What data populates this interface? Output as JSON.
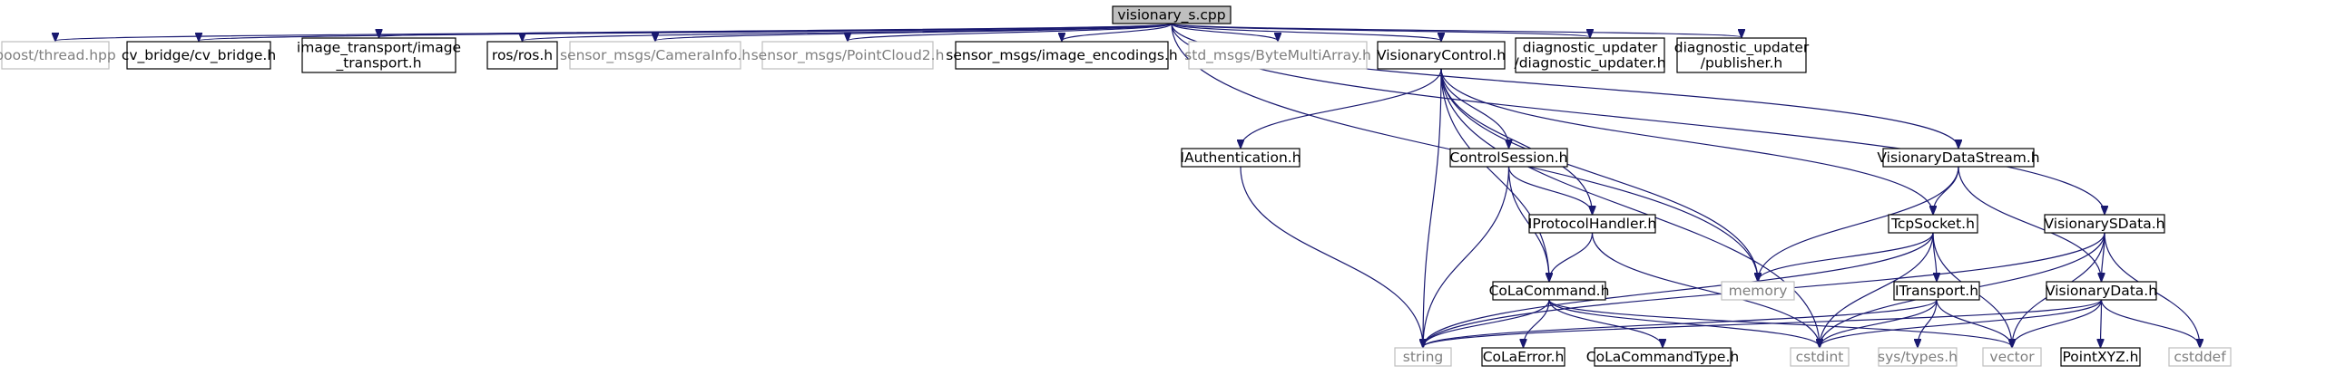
{
  "diagram": {
    "colors": {
      "edge": "#191970",
      "root_fill": "#bfbfbf",
      "node_border": "#000000",
      "external_border": "#bfbfbf",
      "text": "#000000",
      "external_text": "#7f7f7f"
    },
    "nodes": [
      {
        "id": "visionary_s_cpp",
        "lines": [
          "visionary_s.cpp"
        ],
        "kind": "root"
      },
      {
        "id": "boost_thread",
        "lines": [
          "boost/thread.hpp"
        ],
        "kind": "external"
      },
      {
        "id": "cv_bridge",
        "lines": [
          "cv_bridge/cv_bridge.h"
        ],
        "kind": "internal"
      },
      {
        "id": "image_transport",
        "lines": [
          "image_transport/image",
          "_transport.h"
        ],
        "kind": "internal"
      },
      {
        "id": "ros_h",
        "lines": [
          "ros/ros.h"
        ],
        "kind": "internal"
      },
      {
        "id": "camera_info",
        "lines": [
          "sensor_msgs/CameraInfo.h"
        ],
        "kind": "external"
      },
      {
        "id": "point_cloud2",
        "lines": [
          "sensor_msgs/PointCloud2.h"
        ],
        "kind": "external"
      },
      {
        "id": "image_encodings",
        "lines": [
          "sensor_msgs/image_encodings.h"
        ],
        "kind": "internal"
      },
      {
        "id": "byte_multi_array",
        "lines": [
          "std_msgs/ByteMultiArray.h"
        ],
        "kind": "external"
      },
      {
        "id": "visionary_control",
        "lines": [
          "VisionaryControl.h"
        ],
        "kind": "internal"
      },
      {
        "id": "diag_updater",
        "lines": [
          "diagnostic_updater",
          "/diagnostic_updater.h"
        ],
        "kind": "internal"
      },
      {
        "id": "diag_publisher",
        "lines": [
          "diagnostic_updater",
          "/publisher.h"
        ],
        "kind": "internal"
      },
      {
        "id": "iauthentication",
        "lines": [
          "IAuthentication.h"
        ],
        "kind": "internal"
      },
      {
        "id": "control_session",
        "lines": [
          "ControlSession.h"
        ],
        "kind": "internal"
      },
      {
        "id": "visionary_data_stream",
        "lines": [
          "VisionaryDataStream.h"
        ],
        "kind": "internal"
      },
      {
        "id": "iprotocol_handler",
        "lines": [
          "IProtocolHandler.h"
        ],
        "kind": "internal"
      },
      {
        "id": "tcp_socket",
        "lines": [
          "TcpSocket.h"
        ],
        "kind": "internal"
      },
      {
        "id": "visionary_sdata",
        "lines": [
          "VisionarySData.h"
        ],
        "kind": "internal"
      },
      {
        "id": "memory",
        "lines": [
          "memory"
        ],
        "kind": "external"
      },
      {
        "id": "cola_command",
        "lines": [
          "CoLaCommand.h"
        ],
        "kind": "internal"
      },
      {
        "id": "itransport",
        "lines": [
          "ITransport.h"
        ],
        "kind": "internal"
      },
      {
        "id": "visionary_data",
        "lines": [
          "VisionaryData.h"
        ],
        "kind": "internal"
      },
      {
        "id": "string",
        "lines": [
          "string"
        ],
        "kind": "external"
      },
      {
        "id": "cola_error",
        "lines": [
          "CoLaError.h"
        ],
        "kind": "internal"
      },
      {
        "id": "cola_command_type",
        "lines": [
          "CoLaCommandType.h"
        ],
        "kind": "internal"
      },
      {
        "id": "cstdint",
        "lines": [
          "cstdint"
        ],
        "kind": "external"
      },
      {
        "id": "sys_types",
        "lines": [
          "sys/types.h"
        ],
        "kind": "external"
      },
      {
        "id": "vector",
        "lines": [
          "vector"
        ],
        "kind": "external"
      },
      {
        "id": "point_xyz",
        "lines": [
          "PointXYZ.h"
        ],
        "kind": "internal"
      },
      {
        "id": "cstddef",
        "lines": [
          "cstddef"
        ],
        "kind": "external"
      }
    ],
    "edges": [
      [
        "visionary_s_cpp",
        "boost_thread"
      ],
      [
        "visionary_s_cpp",
        "cv_bridge"
      ],
      [
        "visionary_s_cpp",
        "image_transport"
      ],
      [
        "visionary_s_cpp",
        "ros_h"
      ],
      [
        "visionary_s_cpp",
        "camera_info"
      ],
      [
        "visionary_s_cpp",
        "point_cloud2"
      ],
      [
        "visionary_s_cpp",
        "image_encodings"
      ],
      [
        "visionary_s_cpp",
        "byte_multi_array"
      ],
      [
        "visionary_s_cpp",
        "visionary_control"
      ],
      [
        "visionary_s_cpp",
        "diag_updater"
      ],
      [
        "visionary_s_cpp",
        "diag_publisher"
      ],
      [
        "visionary_s_cpp",
        "memory"
      ],
      [
        "visionary_s_cpp",
        "visionary_data_stream"
      ],
      [
        "visionary_s_cpp",
        "visionary_sdata"
      ],
      [
        "visionary_control",
        "iauthentication"
      ],
      [
        "visionary_control",
        "control_session"
      ],
      [
        "visionary_control",
        "iprotocol_handler"
      ],
      [
        "visionary_control",
        "tcp_socket"
      ],
      [
        "visionary_control",
        "memory"
      ],
      [
        "visionary_control",
        "cola_command"
      ],
      [
        "visionary_control",
        "string"
      ],
      [
        "visionary_control",
        "cstdint"
      ],
      [
        "iauthentication",
        "string"
      ],
      [
        "control_session",
        "iprotocol_handler"
      ],
      [
        "control_session",
        "cola_command"
      ],
      [
        "control_session",
        "string"
      ],
      [
        "iprotocol_handler",
        "cola_command"
      ],
      [
        "iprotocol_handler",
        "cstdint"
      ],
      [
        "visionary_data_stream",
        "tcp_socket"
      ],
      [
        "visionary_data_stream",
        "memory"
      ],
      [
        "visionary_data_stream",
        "visionary_data"
      ],
      [
        "tcp_socket",
        "memory"
      ],
      [
        "tcp_socket",
        "itransport"
      ],
      [
        "tcp_socket",
        "string"
      ],
      [
        "tcp_socket",
        "cstdint"
      ],
      [
        "tcp_socket",
        "vector"
      ],
      [
        "cola_command",
        "string"
      ],
      [
        "cola_command",
        "cola_error"
      ],
      [
        "cola_command",
        "cola_command_type"
      ],
      [
        "cola_command",
        "cstdint"
      ],
      [
        "cola_command",
        "vector"
      ],
      [
        "itransport",
        "string"
      ],
      [
        "itransport",
        "cstdint"
      ],
      [
        "itransport",
        "sys_types"
      ],
      [
        "itransport",
        "vector"
      ],
      [
        "visionary_sdata",
        "visionary_data"
      ],
      [
        "visionary_sdata",
        "string"
      ],
      [
        "visionary_sdata",
        "cstdint"
      ],
      [
        "visionary_sdata",
        "vector"
      ],
      [
        "visionary_sdata",
        "cstddef"
      ],
      [
        "visionary_data",
        "string"
      ],
      [
        "visionary_data",
        "cstdint"
      ],
      [
        "visionary_data",
        "vector"
      ],
      [
        "visionary_data",
        "point_xyz"
      ],
      [
        "visionary_data",
        "cstddef"
      ]
    ]
  }
}
